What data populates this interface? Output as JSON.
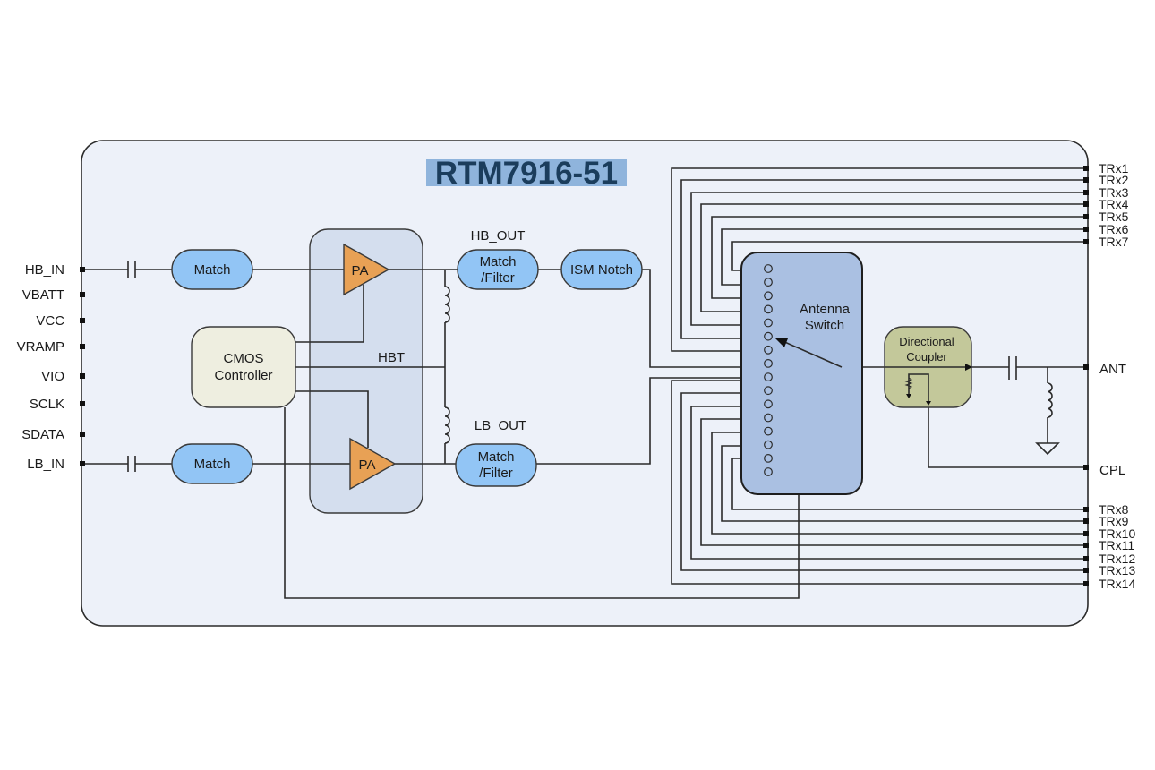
{
  "title": "RTM7916-51",
  "left_pins": [
    {
      "label": "HB_IN"
    },
    {
      "label": "VBATT"
    },
    {
      "label": "VCC"
    },
    {
      "label": "VRAMP"
    },
    {
      "label": "VIO"
    },
    {
      "label": "SCLK"
    },
    {
      "label": "SDATA"
    },
    {
      "label": "LB_IN"
    }
  ],
  "right_pins_top": [
    {
      "label": "TRx1"
    },
    {
      "label": "TRx2"
    },
    {
      "label": "TRx3"
    },
    {
      "label": "TRx4"
    },
    {
      "label": "TRx5"
    },
    {
      "label": "TRx6"
    },
    {
      "label": "TRx7"
    }
  ],
  "right_pins_bottom": [
    {
      "label": "TRx8"
    },
    {
      "label": "TRx9"
    },
    {
      "label": "TRx10"
    },
    {
      "label": "TRx11"
    },
    {
      "label": "TRx12"
    },
    {
      "label": "TRx13"
    },
    {
      "label": "TRx14"
    }
  ],
  "ant_pin": "ANT",
  "cpl_pin": "CPL",
  "blocks": {
    "hb_match": "Match",
    "lb_match": "Match",
    "cmos_line1": "CMOS",
    "cmos_line2": "Controller",
    "pa_hb": "PA",
    "pa_lb": "PA",
    "hbt": "HBT",
    "hb_out": "HB_OUT",
    "lb_out": "LB_OUT",
    "hb_filter_line1": "Match",
    "hb_filter_line2": "/Filter",
    "lb_filter_line1": "Match",
    "lb_filter_line2": "/Filter",
    "ism_notch": "ISM Notch",
    "switch_line1": "Antenna",
    "switch_line2": "Switch",
    "coupler_line1": "Directional",
    "coupler_line2": "Coupler"
  },
  "switch_contact_count": 16,
  "colors": {
    "frame_fill": "#edf1f9",
    "match_fill": "#92c5f5",
    "cmos_fill": "#eeeee0",
    "pa_group_fill": "#cfdbec",
    "pa_fill": "#e8a155",
    "switch_fill": "#aac0e2",
    "coupler_fill": "#c3c89a",
    "title_bg": "#8fb4dc",
    "title_fg": "#1b3d5c"
  }
}
